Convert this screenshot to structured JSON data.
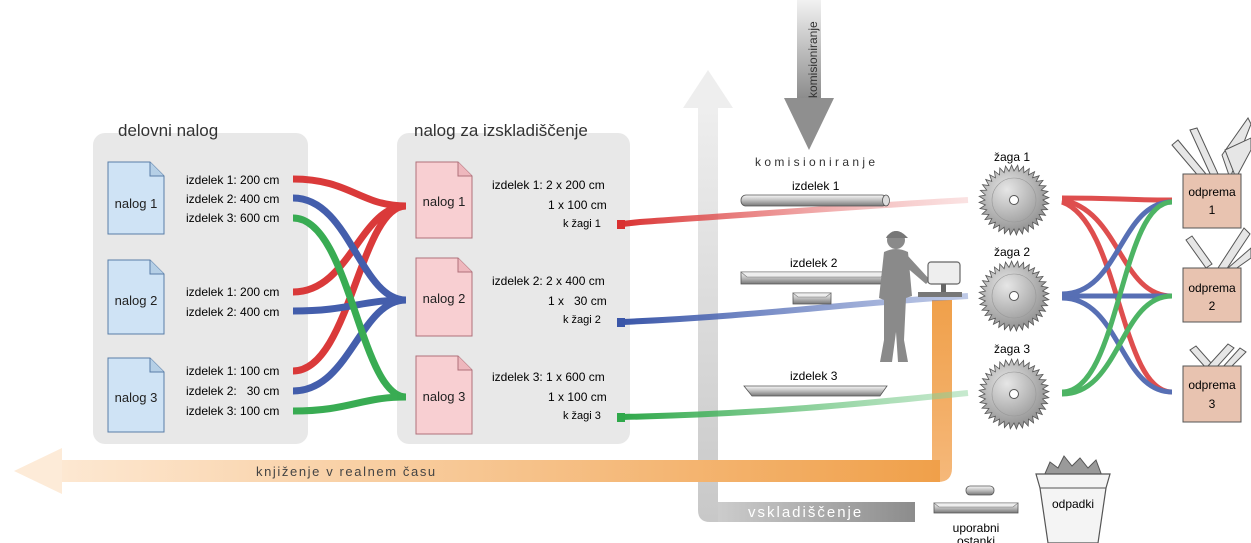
{
  "groups": {
    "work_order": {
      "title": "delovni nalog"
    },
    "picking_order": {
      "title": "nalog za izskladiščenje"
    }
  },
  "work_orders": [
    {
      "label": "nalog 1",
      "items": [
        "izdelek 1: 200 cm",
        "izdelek 2: 400 cm",
        "izdelek 3: 600 cm"
      ]
    },
    {
      "label": "nalog 2",
      "items": [
        "izdelek 1: 200 cm",
        "izdelek 2: 400 cm"
      ]
    },
    {
      "label": "nalog 3",
      "items": [
        "izdelek 1: 100 cm",
        "izdelek 2:   30 cm",
        "izdelek 3: 100 cm"
      ]
    }
  ],
  "picking_orders": [
    {
      "label": "nalog 1",
      "lines": [
        "izdelek 1: 2 x 200 cm",
        "1 x 100 cm",
        "k žagi 1"
      ]
    },
    {
      "label": "nalog 2",
      "lines": [
        "izdelek 2: 2 x 400 cm",
        "1 x   30 cm",
        "k žagi 2"
      ]
    },
    {
      "label": "nalog 3",
      "lines": [
        "izdelek 3: 1 x 600 cm",
        "1 x 100 cm",
        "k žagi 3"
      ]
    }
  ],
  "commissioning": {
    "arrow_label": "komisioniranje",
    "spaced_label": "k o m i s i o n i r a n j e"
  },
  "products": [
    "izdelek 1",
    "izdelek 2",
    "izdelek 3"
  ],
  "saws": [
    "žaga 1",
    "žaga 2",
    "žaga 3"
  ],
  "shipping": [
    {
      "label": "odprema",
      "number": "1"
    },
    {
      "label": "odprema",
      "number": "2"
    },
    {
      "label": "odprema",
      "number": "3"
    }
  ],
  "posting_label": "knjiženje v realnem času",
  "storage_label": "vskladiščenje",
  "leftovers_label": [
    "uporabni",
    "ostanki"
  ],
  "waste_label": "odpadki",
  "colors": {
    "red": "#d93030",
    "blue": "#3a56a8",
    "green": "#2fa84a",
    "orange": "#f0a04a",
    "panel": "#e8e8e8",
    "doc_blue": "#cfe3f5",
    "doc_red": "#f8cfd2",
    "ship_box": "#e8c3b0"
  }
}
